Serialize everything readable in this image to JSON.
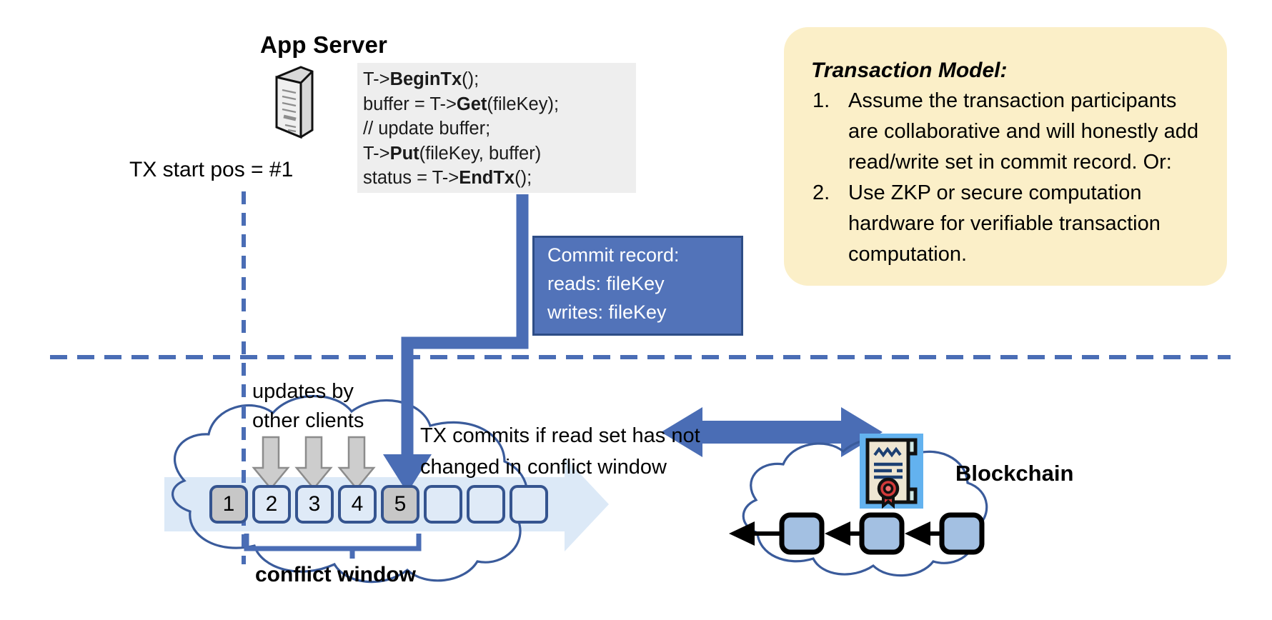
{
  "diagram": {
    "app_server": {
      "title": "App Server",
      "icon": "server-tower-icon",
      "code_lines": [
        {
          "pre": "T->",
          "bold": "BeginTx",
          "post": "();"
        },
        {
          "pre": "buffer = T->",
          "bold": "Get",
          "post": "(fileKey);"
        },
        {
          "pre": "// update buffer;",
          "bold": "",
          "post": ""
        },
        {
          "pre": "T->",
          "bold": "Put",
          "post": "(fileKey, buffer)"
        },
        {
          "pre": "status = T->",
          "bold": "EndTx",
          "post": "();"
        }
      ]
    },
    "tx_start_pos_label": "TX start pos = #1",
    "commit_record": {
      "lines": [
        "Commit record:",
        "reads: fileKey",
        "writes: fileKey"
      ],
      "fill": "#5273b9",
      "border": "#2e4d86"
    },
    "transaction_model": {
      "title": "Transaction Model:",
      "background": "#fbefc8",
      "items": [
        {
          "num": "1.",
          "text": "Assume the transaction participants are collaborative and will honestly add read/write set in commit record.  Or:"
        },
        {
          "num": "2.",
          "text": "Use ZKP or secure computation hardware for verifiable transaction computation."
        }
      ]
    },
    "ledger": {
      "updates_label": "updates by\nother clients",
      "commits_label": "TX commits if read set has not\nchanged in conflict window",
      "conflict_window_label": "conflict window",
      "cells": [
        {
          "label": "1",
          "state": "filled"
        },
        {
          "label": "2",
          "state": "empty"
        },
        {
          "label": "3",
          "state": "empty"
        },
        {
          "label": "4",
          "state": "empty"
        },
        {
          "label": "5",
          "state": "filled"
        },
        {
          "label": "",
          "state": "empty"
        },
        {
          "label": "",
          "state": "empty"
        },
        {
          "label": "",
          "state": "empty"
        }
      ],
      "update_arrow_count": 3,
      "accent": "#4a6db5",
      "cell_border": "#35548f",
      "cell_fill": "#dfeaf7",
      "cell_filled": "#c7c7c7"
    },
    "blockchain": {
      "label": "Blockchain",
      "icon": "certificate-seal-icon",
      "block_count": 3,
      "block_fill": "#a3c0e2"
    },
    "colors": {
      "accent_blue": "#4a6db5",
      "dark_blue": "#2e4d86",
      "cloud_stroke": "#3a5b9b",
      "code_bg": "#eeeeee",
      "panel_yellow": "#fbefc8",
      "seal_red": "#d33a3a"
    }
  }
}
